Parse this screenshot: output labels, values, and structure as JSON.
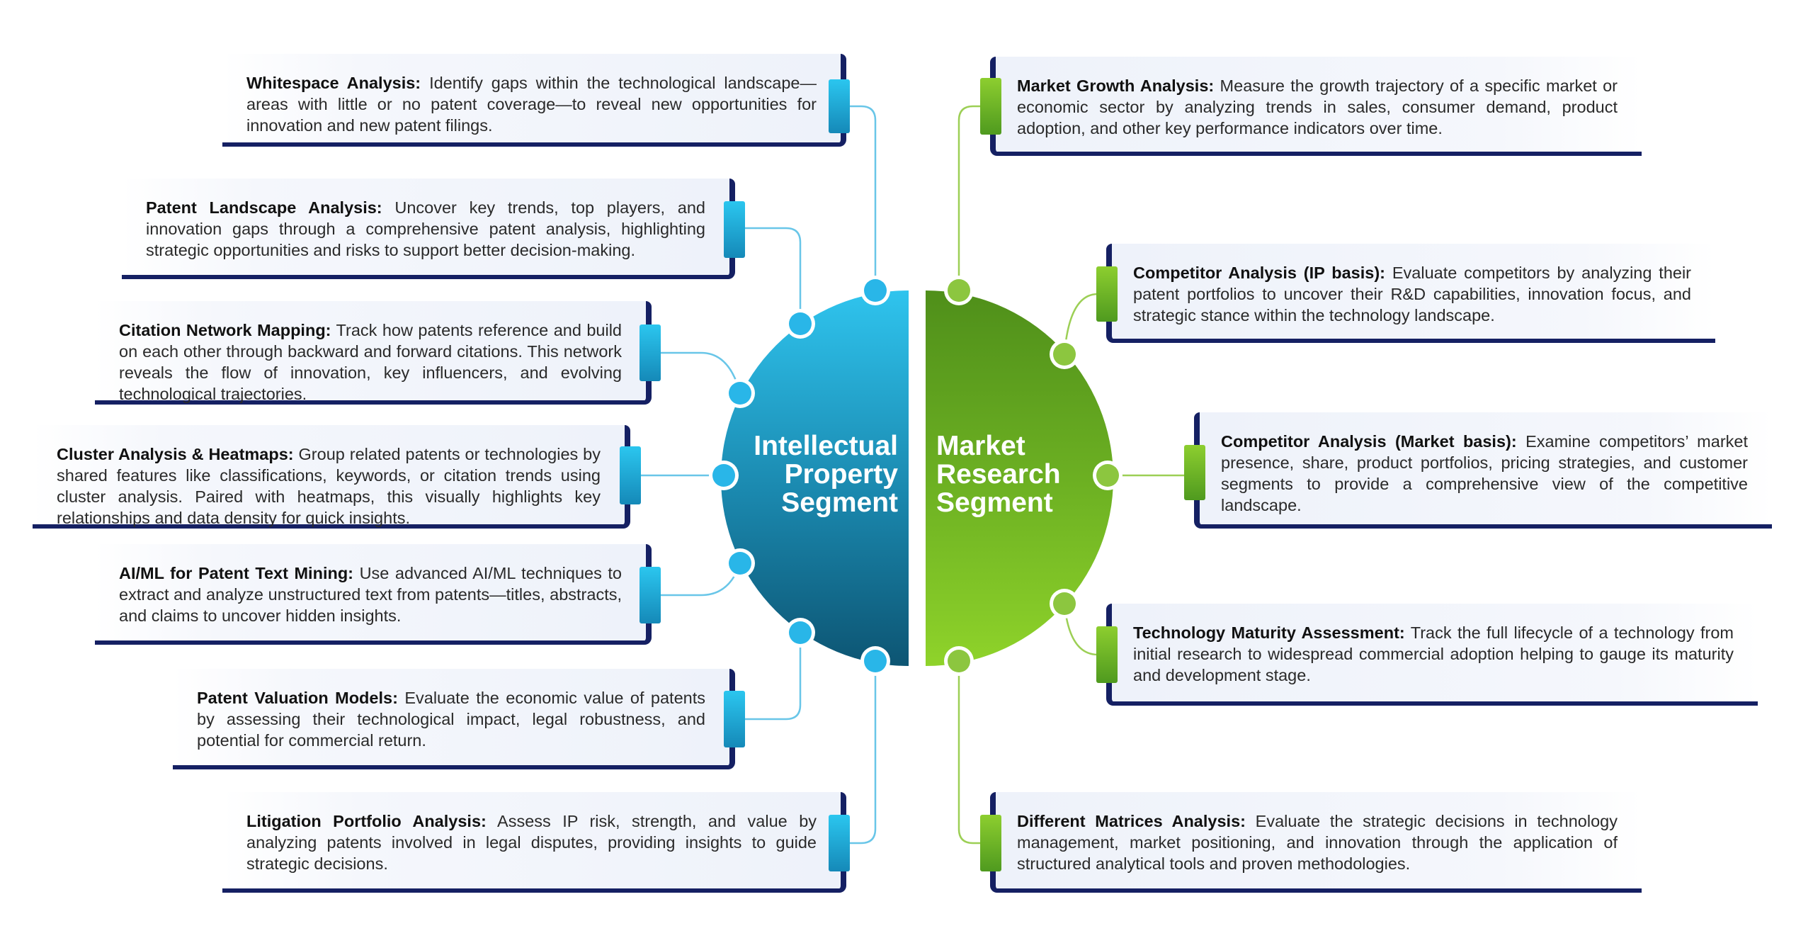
{
  "segments": {
    "ip": {
      "label_lines": [
        "Intellectual",
        "Property",
        "Segment"
      ],
      "color_top": "#2fc4ee",
      "color_bottom": "#0d5573"
    },
    "market": {
      "label_lines": [
        "Market",
        "Research",
        "Segment"
      ],
      "color_top": "#4f8f1a",
      "color_bottom": "#8fd32a"
    }
  },
  "left_items": [
    {
      "title": "Whitespace Analysis:",
      "text": "Identify gaps within the technological landscape—areas with little or no patent coverage—to reveal new opportunities for innovation and new patent filings."
    },
    {
      "title": "Patent Landscape Analysis:",
      "text": "Uncover key trends, top players, and innovation gaps through a comprehensive patent analysis, highlighting strategic opportunities and risks to support better decision-making."
    },
    {
      "title": "Citation Network Mapping:",
      "text": "Track how patents reference and build on each other through backward and forward citations. This network reveals the flow of innovation, key influencers, and evolving technological trajectories."
    },
    {
      "title": "Cluster Analysis & Heatmaps:",
      "text": "Group related patents or technologies by shared features like classifications, keywords, or citation trends using cluster analysis. Paired with heatmaps, this visually highlights key relationships and data density for quick insights."
    },
    {
      "title": "AI/ML for Patent Text Mining:",
      "text": "Use advanced AI/ML techniques to extract and analyze unstructured text from patents—titles, abstracts, and claims to uncover hidden insights."
    },
    {
      "title": "Patent Valuation Models:",
      "text": "Evaluate the economic value of patents by assessing their technological impact, legal robustness, and potential for commercial return."
    },
    {
      "title": "Litigation Portfolio Analysis:",
      "text": "Assess IP risk, strength, and value by analyzing patents involved in legal disputes, providing insights to guide strategic decisions."
    }
  ],
  "right_items": [
    {
      "title": "Market Growth Analysis:",
      "text": "Measure the growth trajectory of a specific market or economic sector by analyzing trends in sales, consumer demand, product adoption, and other key performance indicators over time."
    },
    {
      "title": "Competitor Analysis (IP basis):",
      "text": "Evaluate competitors by analyzing their patent portfolios to uncover their R&D capabilities, innovation focus, and strategic stance within the technology landscape."
    },
    {
      "title": "Competitor Analysis (Market basis):",
      "text": "Examine competitors’ market presence, share, product portfolios, pricing strategies, and customer segments to provide a comprehensive view of the competitive landscape."
    },
    {
      "title": "Technology Maturity Assessment:",
      "text": "Track the full lifecycle of a technology from initial research to widespread commercial adoption helping to gauge its maturity and development stage."
    },
    {
      "title": "Different Matrices Analysis:",
      "text": "Evaluate the strategic decisions in technology management, market positioning, and innovation through the application of structured analytical tools and proven methodologies."
    }
  ],
  "colors": {
    "card_border": "#152063",
    "blue_accent": "#29b6e8",
    "green_accent": "#8cc63f",
    "connector_blue": "#69c6e8",
    "connector_green": "#9ccf55"
  }
}
